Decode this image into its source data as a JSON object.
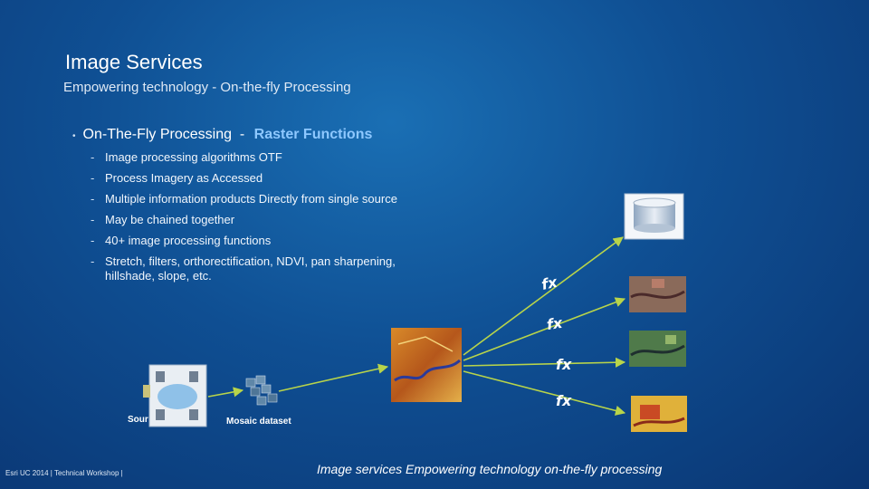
{
  "slide": {
    "title": "Image Services",
    "subtitle": "Empowering technology - On-the-fly Processing",
    "bullet": {
      "text": "On-The-Fly Processing  - ",
      "highlight": "Raster Functions"
    },
    "sub_bullets": [
      "Image processing algorithms OTF",
      "Process Imagery as Accessed",
      "Multiple information products Directly from single source",
      "May be chained together",
      "40+ image processing functions",
      "Stretch, filters, orthorectification, NDVI, pan sharpening, hillshade, slope, etc."
    ]
  },
  "diagram": {
    "source_label": "Sour",
    "mosaic_label": "Mosaic dataset",
    "fx_label": "fx",
    "colors": {
      "arrow": "#b8d44a",
      "highlight": "#8ec8ff"
    },
    "icons": [
      "server-cluster-icon",
      "mosaic-tiles-icon",
      "database-icon",
      "raster-thumbnail-icon"
    ]
  },
  "footer": "Esri UC 2014 | Technical Workshop |",
  "caption": "Image services Empowering technology on-the-fly processing"
}
